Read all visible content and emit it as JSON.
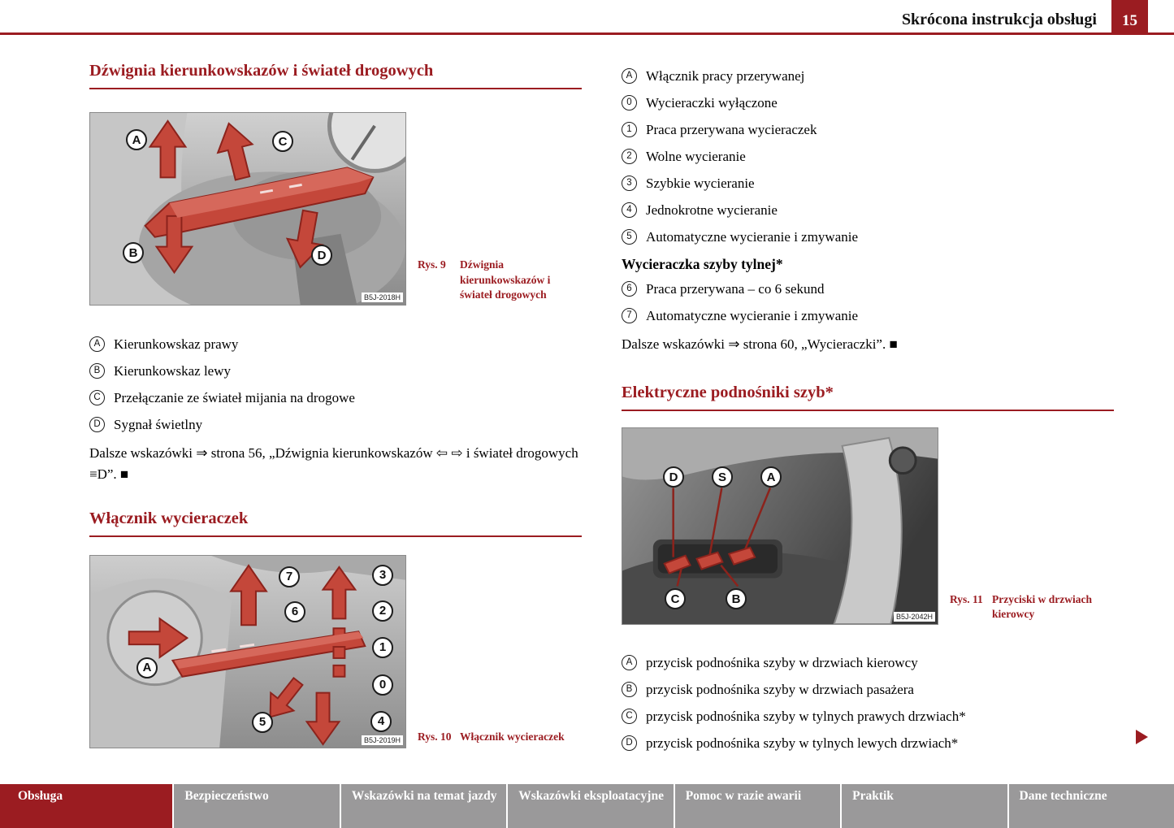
{
  "header": {
    "title": "Skrócona instrukcja obsługi",
    "page_number": "15"
  },
  "accent_color": "#9b1c21",
  "left": {
    "section1": {
      "title": "Dźwignia kierunkowskazów i świateł drogowych",
      "figure": {
        "labels": [
          "A",
          "C",
          "B",
          "D"
        ],
        "code": "B5J-2018H",
        "caption_label": "Rys. 9",
        "caption": "Dźwignia kierunkowskazów i świateł drogowych"
      },
      "items": [
        {
          "key": "A",
          "text": "Kierunkowskaz prawy"
        },
        {
          "key": "B",
          "text": "Kierunkowskaz lewy"
        },
        {
          "key": "C",
          "text": "Przełączanie ze świateł mijania na drogowe"
        },
        {
          "key": "D",
          "text": "Sygnał świetlny"
        }
      ],
      "note": "Dalsze wskazówki ⇒ strona 56, „Dźwignia kierunkowskazów ⇦ ⇨ i świateł drogowych ≡D”. ■"
    },
    "section2": {
      "title": "Włącznik wycieraczek",
      "figure": {
        "labels": [
          "7",
          "6",
          "A",
          "5",
          "3",
          "2",
          "1",
          "0",
          "4"
        ],
        "code": "B5J-2019H",
        "caption_label": "Rys. 10",
        "caption": "Włącznik wycieraczek"
      }
    }
  },
  "right": {
    "wiper_items": [
      {
        "key": "A",
        "text": "Włącznik pracy przerywanej"
      },
      {
        "key": "0",
        "text": "Wycieraczki wyłączone"
      },
      {
        "key": "1",
        "text": "Praca przerywana wycieraczek"
      },
      {
        "key": "2",
        "text": "Wolne wycieranie"
      },
      {
        "key": "3",
        "text": "Szybkie wycieranie"
      },
      {
        "key": "4",
        "text": "Jednokrotne wycieranie"
      },
      {
        "key": "5",
        "text": "Automatyczne wycieranie i zmywanie"
      }
    ],
    "rear_wiper_heading": "Wycieraczka szyby tylnej*",
    "rear_wiper_items": [
      {
        "key": "6",
        "text": "Praca przerywana – co 6 sekund"
      },
      {
        "key": "7",
        "text": "Automatyczne wycieranie i zmywanie"
      }
    ],
    "wiper_note": "Dalsze wskazówki ⇒ strona 60, „Wycieraczki”. ■",
    "section3": {
      "title": "Elektryczne podnośniki szyb*",
      "figure": {
        "labels": [
          "D",
          "S",
          "A",
          "C",
          "B"
        ],
        "code": "B5J-2042H",
        "caption_label": "Rys. 11",
        "caption": "Przyciski w drzwiach kierowcy"
      },
      "items": [
        {
          "key": "A",
          "text": "przycisk podnośnika szyby w drzwiach kierowcy"
        },
        {
          "key": "B",
          "text": "przycisk podnośnika szyby w drzwiach pasażera"
        },
        {
          "key": "C",
          "text": "przycisk podnośnika szyby w tylnych prawych drzwiach*"
        },
        {
          "key": "D",
          "text": "przycisk podnośnika szyby w tylnych lewych drzwiach*"
        }
      ]
    }
  },
  "footer": {
    "tabs": [
      {
        "label": "Obsługa",
        "active": true
      },
      {
        "label": "Bezpieczeństwo",
        "active": false
      },
      {
        "label": "Wskazówki na temat jazdy",
        "active": false
      },
      {
        "label": "Wskazówki eksploatacyjne",
        "active": false
      },
      {
        "label": "Pomoc w razie awarii",
        "active": false
      },
      {
        "label": "Praktik",
        "active": false
      },
      {
        "label": "Dane techniczne",
        "active": false
      }
    ]
  }
}
